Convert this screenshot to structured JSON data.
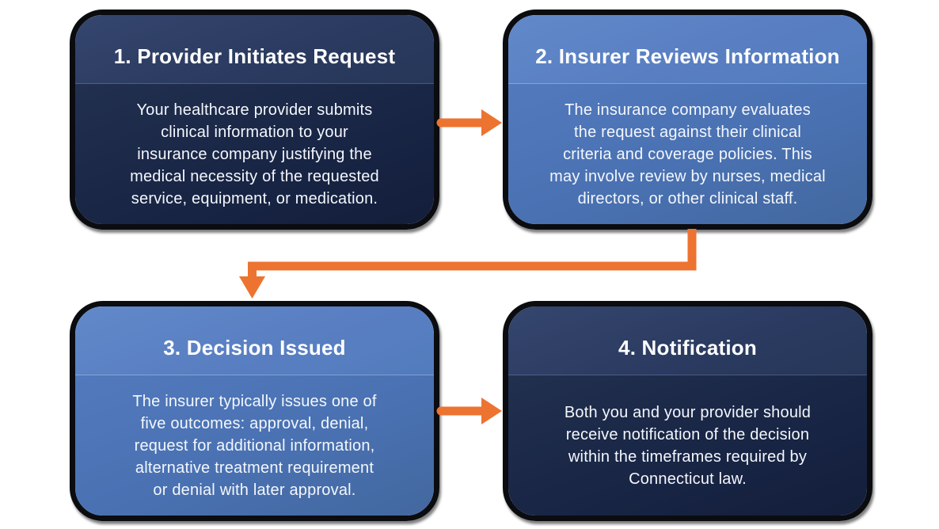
{
  "diagram": {
    "description": "Prior authorization process flowchart with four steps connected by orange arrows",
    "steps": [
      {
        "number": "1",
        "title": "1. Provider Initiates Request",
        "body": "Your healthcare provider submits\nclinical information to your\ninsurance company justifying the\nmedical necessity of the requested\nservice, equipment, or medication.",
        "theme": "navy"
      },
      {
        "number": "2",
        "title": "2. Insurer Reviews Information",
        "body": "The insurance company evaluates\nthe request against their clinical\ncriteria and coverage policies. This\nmay involve review by nurses, medical\ndirectors, or other clinical staff.",
        "theme": "blue"
      },
      {
        "number": "3",
        "title": "3. Decision Issued",
        "body": "The insurer typically issues one of\nfive outcomes: approval, denial,\nrequest for additional information,\nalternative treatment requirement\nor denial with later approval.",
        "theme": "blue"
      },
      {
        "number": "4",
        "title": "4. Notification",
        "body": "Both you and your provider should\nreceive notification of the decision\nwithin the timeframes required by\nConnecticut law.",
        "theme": "navy"
      }
    ],
    "connectors": [
      {
        "from": "1",
        "to": "2",
        "shape": "straight-right"
      },
      {
        "from": "2",
        "to": "3",
        "shape": "elbow-down-left-down"
      },
      {
        "from": "3",
        "to": "4",
        "shape": "straight-right"
      }
    ]
  },
  "colors": {
    "arrow": "#ED7331",
    "outline": "#0B0C10",
    "navy_header": "#35466E",
    "navy_body": "#1A2747",
    "blue_header": "#6189C9",
    "blue_body": "#4A72B3",
    "text": "#FFFFFF",
    "background": "#FFFFFF"
  }
}
